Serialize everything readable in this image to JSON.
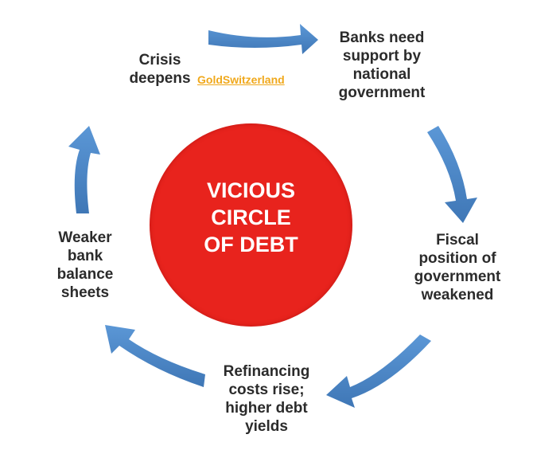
{
  "diagram": {
    "center": {
      "lines": [
        "VICIOUS",
        "CIRCLE",
        "OF DEBT"
      ],
      "color": "#e8231d"
    },
    "watermark": "GoldSwitzerland",
    "arrow_color": "#4a86c7",
    "steps": [
      {
        "id": "crisis",
        "lines": [
          "Crisis",
          "deepens"
        ]
      },
      {
        "id": "banks",
        "lines": [
          "Banks need",
          "support by",
          "national",
          "government"
        ]
      },
      {
        "id": "fiscal",
        "lines": [
          "Fiscal",
          "position of",
          "government",
          "weakened"
        ]
      },
      {
        "id": "refinancing",
        "lines": [
          "Refinancing",
          "costs rise;",
          "higher debt",
          "yields"
        ]
      },
      {
        "id": "weaker",
        "lines": [
          "Weaker",
          "bank",
          "balance",
          "sheets"
        ]
      }
    ]
  }
}
